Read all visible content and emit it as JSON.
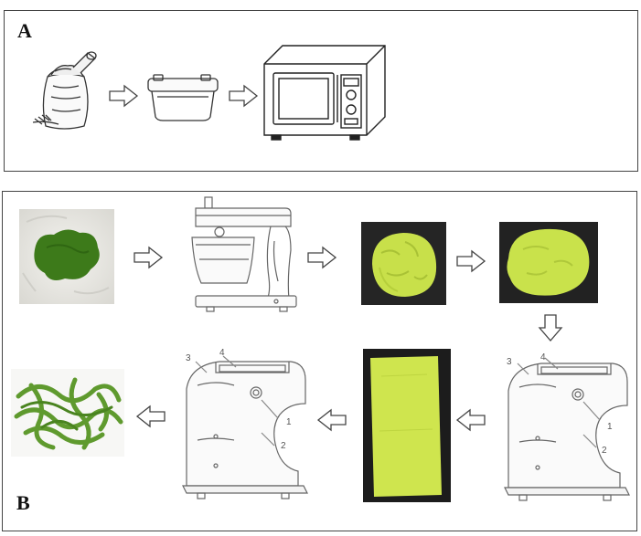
{
  "panels": {
    "a": {
      "label": "A"
    },
    "b": {
      "label": "B"
    }
  },
  "machine_part_numbers": [
    "1",
    "2",
    "3",
    "4"
  ],
  "colors": {
    "border": "#444444",
    "line_art": "#333333",
    "dough_green": "#c8e04a",
    "spinach_green": "#3d7a1a",
    "noodle_green": "#5f9a2e",
    "flour": "#ecebe6",
    "dark_background": "#2a2a2a"
  },
  "icons": [
    "flour-sack-icon",
    "storage-container-icon",
    "microwave-icon",
    "stand-mixer-icon",
    "pasta-machine-icon",
    "arrow-right-icon",
    "arrow-left-icon",
    "arrow-down-icon"
  ]
}
